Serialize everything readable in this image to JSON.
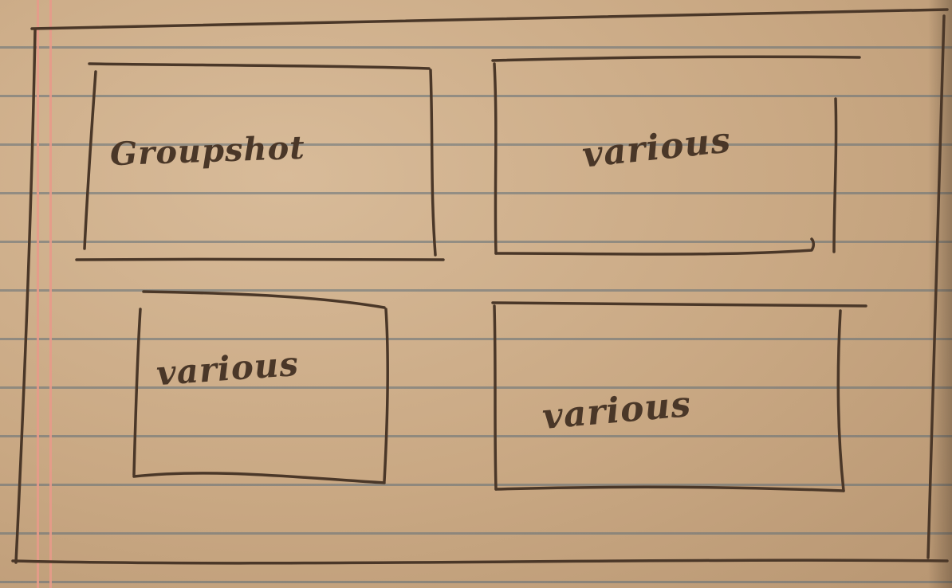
{
  "sketch": {
    "boxes": [
      {
        "label": "Groupshot"
      },
      {
        "label": "various"
      },
      {
        "label": "various"
      },
      {
        "label": "various"
      }
    ],
    "colors": {
      "paper": "#c9a883",
      "ruled_line": "#5f6e78",
      "margin_line": "#e79a8a",
      "ink": "#4a3728"
    }
  }
}
